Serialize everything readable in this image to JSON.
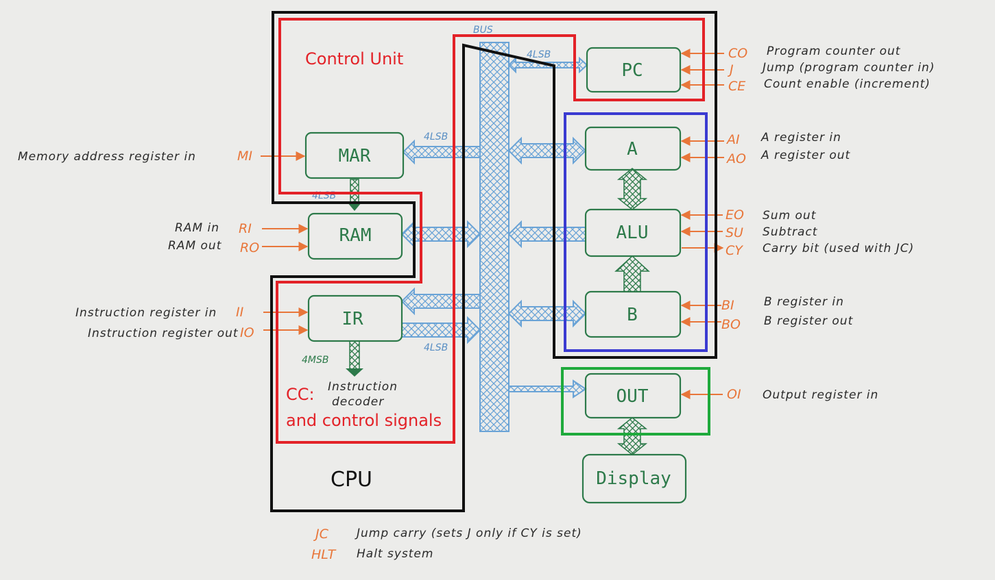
{
  "overlays": {
    "control_unit": "Control Unit",
    "cc_line1": "CC:",
    "cc_line2": "and control signals",
    "cpu": "CPU"
  },
  "bus_label": "BUS",
  "blocks": {
    "mar": "MAR",
    "ram": "RAM",
    "ir": "IR",
    "pc": "PC",
    "a": "A",
    "alu": "ALU",
    "b": "B",
    "out": "OUT",
    "display": "Display"
  },
  "bus_widths": {
    "mar_in": "4LSB",
    "mar_to_ram": "4LSB",
    "pc": "4LSB",
    "ir_out": "4LSB",
    "ir_msb": "4MSB"
  },
  "instruction_decoder": {
    "line1": "Instruction",
    "line2": "decoder"
  },
  "left_signals": [
    {
      "desc": "Memory address register in",
      "code": "MI"
    },
    {
      "desc": "RAM in",
      "code": "RI"
    },
    {
      "desc": "RAM out",
      "code": "RO"
    },
    {
      "desc": "Instruction register in",
      "code": "II"
    },
    {
      "desc": "Instruction register out",
      "code": "IO"
    }
  ],
  "right_signals": [
    {
      "code": "CO",
      "desc": "Program counter out"
    },
    {
      "code": "J",
      "desc": "Jump (program counter in)"
    },
    {
      "code": "CE",
      "desc": "Count enable (increment)"
    },
    {
      "code": "AI",
      "desc": "A register in"
    },
    {
      "code": "AO",
      "desc": "A register out"
    },
    {
      "code": "EO",
      "desc": "Sum out"
    },
    {
      "code": "SU",
      "desc": "Subtract"
    },
    {
      "code": "CY",
      "desc": "Carry bit (used with JC)"
    },
    {
      "code": "BI",
      "desc": "B register in"
    },
    {
      "code": "BO",
      "desc": "B register out"
    },
    {
      "code": "OI",
      "desc": "Output register in"
    }
  ],
  "bottom_notes": [
    {
      "code": "JC",
      "desc": "Jump carry (sets J only if CY is set)"
    },
    {
      "code": "HLT",
      "desc": "Halt system"
    }
  ],
  "colors": {
    "background": "#ececea",
    "block_stroke": "#2d7a4a",
    "bus_blue": "#6aa3d6",
    "signal_orange": "#e8763a",
    "control_unit_red": "#e32228",
    "cpu_black": "#111111",
    "alu_group_blue": "#3b3bd1",
    "output_group_green": "#1faa3c"
  }
}
